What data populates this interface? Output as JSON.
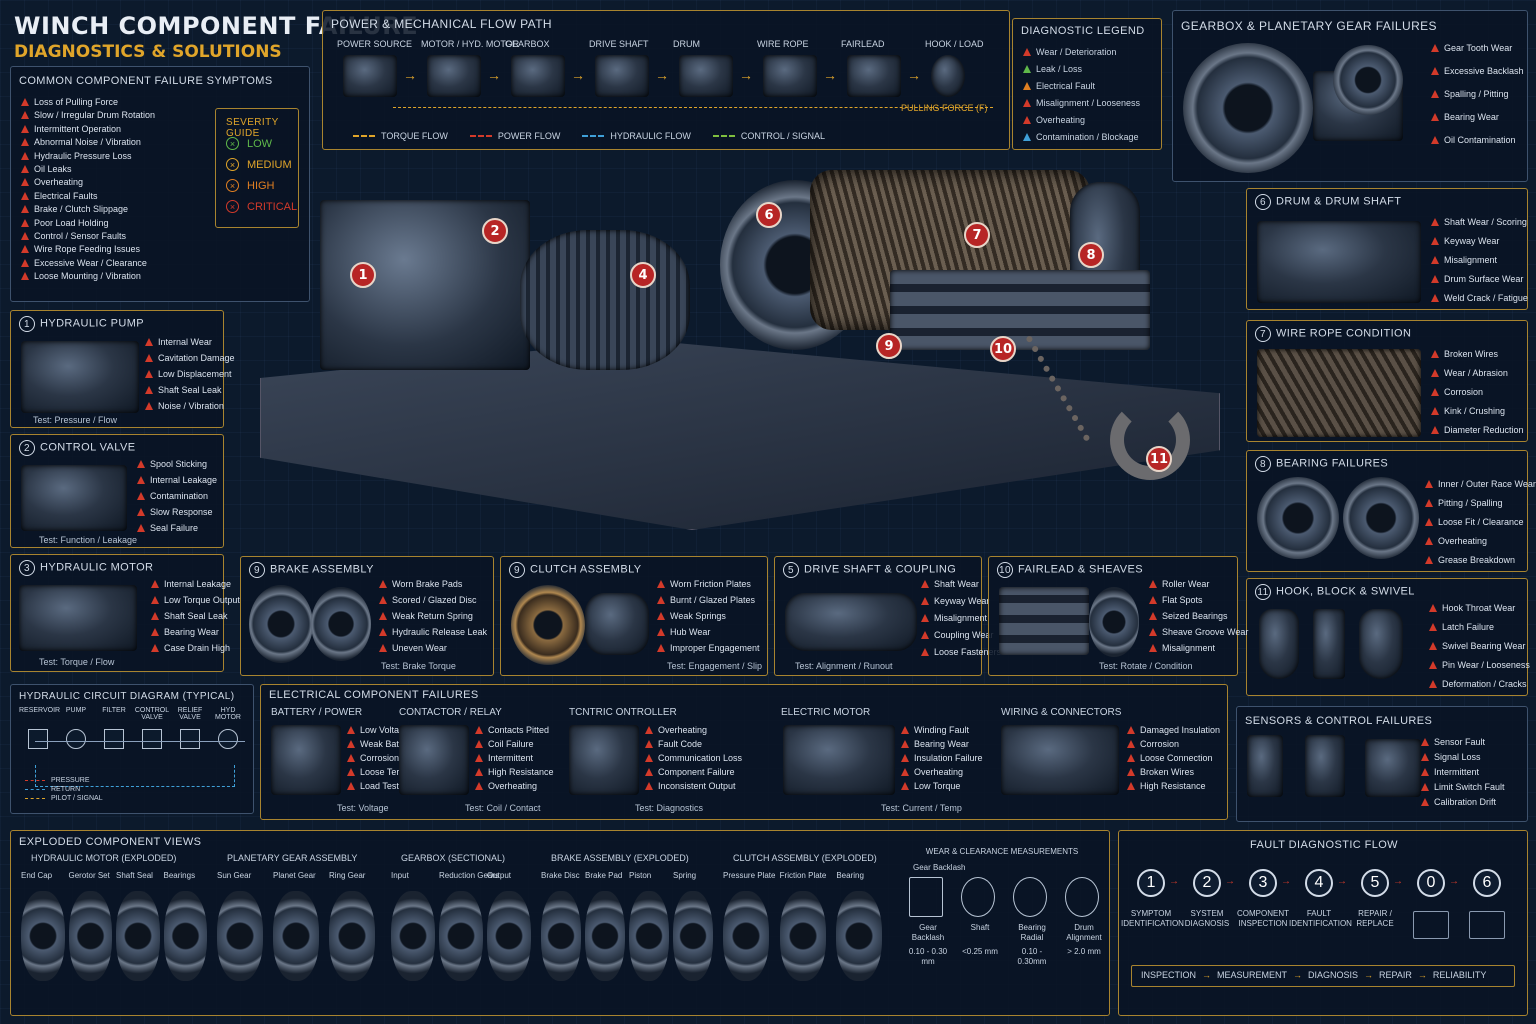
{
  "title": {
    "line1": "WINCH COMPONENT FAILURE",
    "line2": "DIAGNOSTICS & SOLUTIONS"
  },
  "symptoms": {
    "heading": "COMMON COMPONENT FAILURE SYMPTOMS",
    "items": [
      "Loss of Pulling Force",
      "Slow / Irregular Drum Rotation",
      "Intermittent Operation",
      "Abnormal Noise / Vibration",
      "Hydraulic Pressure Loss",
      "Oil Leaks",
      "Overheating",
      "Electrical Faults",
      "Brake / Clutch Slippage",
      "Poor Load Holding",
      "Control / Sensor Faults",
      "Wire Rope Feeding Issues",
      "Excessive Wear / Clearance",
      "Loose Mounting / Vibration"
    ]
  },
  "severity": {
    "heading": "SEVERITY GUIDE",
    "levels": [
      {
        "label": "LOW",
        "color": "#5fb84a"
      },
      {
        "label": "MEDIUM",
        "color": "#e0a52a"
      },
      {
        "label": "HIGH",
        "color": "#e07f22"
      },
      {
        "label": "CRITICAL",
        "color": "#d33a2a"
      }
    ]
  },
  "flow": {
    "heading": "POWER & MECHANICAL FLOW PATH",
    "nodes": [
      "POWER SOURCE",
      "MOTOR / HYD. MOTOR",
      "GEARBOX",
      "DRIVE SHAFT",
      "DRUM",
      "WIRE ROPE",
      "FAIRLEAD",
      "HOOK / LOAD"
    ],
    "pulling": "PULLING FORCE (F)",
    "flows": [
      {
        "label": "TORQUE FLOW",
        "color": "#e0a52a"
      },
      {
        "label": "POWER FLOW",
        "color": "#d33a2a"
      },
      {
        "label": "HYDRAULIC FLOW",
        "color": "#3fa0d8"
      },
      {
        "label": "CONTROL / SIGNAL",
        "color": "#7fbf3f"
      }
    ]
  },
  "legend": {
    "heading": "DIAGNOSTIC LEGEND",
    "items": [
      {
        "label": "Wear / Deterioration",
        "color": "#d33a2a"
      },
      {
        "label": "Leak / Loss",
        "color": "#5fb84a"
      },
      {
        "label": "Electrical Fault",
        "color": "#e07f22"
      },
      {
        "label": "Misalignment / Looseness",
        "color": "#d33a2a"
      },
      {
        "label": "Overheating",
        "color": "#d33a2a"
      },
      {
        "label": "Contamination / Blockage",
        "color": "#3fa0d8"
      }
    ]
  },
  "gearbox": {
    "heading": "GEARBOX & PLANETARY GEAR FAILURES",
    "items": [
      "Gear Tooth Wear",
      "Excessive Backlash",
      "Spalling / Pitting",
      "Bearing Wear",
      "Oil Contamination"
    ]
  },
  "drum": {
    "num": "6",
    "heading": "DRUM & DRUM SHAFT",
    "items": [
      "Shaft Wear / Scoring",
      "Keyway Wear",
      "Misalignment",
      "Drum Surface Wear",
      "Weld Crack / Fatigue"
    ]
  },
  "rope": {
    "num": "7",
    "heading": "WIRE ROPE CONDITION",
    "items": [
      "Broken Wires",
      "Wear / Abrasion",
      "Corrosion",
      "Kink / Crushing",
      "Diameter Reduction"
    ]
  },
  "bearing": {
    "num": "8",
    "heading": "BEARING FAILURES",
    "items": [
      "Inner / Outer Race Wear",
      "Pitting / Spalling",
      "Loose Fit / Clearance",
      "Overheating",
      "Grease Breakdown"
    ]
  },
  "hook": {
    "num": "11",
    "heading": "HOOK, BLOCK & SWIVEL",
    "items": [
      "Hook Throat Wear",
      "Latch Failure",
      "Swivel Bearing Wear",
      "Pin Wear / Looseness",
      "Deformation / Cracks"
    ]
  },
  "sensors": {
    "heading": "SENSORS & CONTROL FAILURES",
    "items": [
      "Sensor Fault",
      "Signal Loss",
      "Intermittent",
      "Limit Switch Fault",
      "Calibration Drift"
    ]
  },
  "pump": {
    "num": "1",
    "heading": "HYDRAULIC PUMP",
    "items": [
      "Internal Wear",
      "Cavitation Damage",
      "Low Displacement",
      "Shaft Seal Leak",
      "Noise / Vibration"
    ],
    "test": "Test: Pressure / Flow"
  },
  "valve": {
    "num": "2",
    "heading": "CONTROL VALVE",
    "items": [
      "Spool Sticking",
      "Internal Leakage",
      "Contamination",
      "Slow Response",
      "Seal Failure"
    ],
    "test": "Test: Function / Leakage"
  },
  "hmotor": {
    "num": "3",
    "heading": "HYDRAULIC MOTOR",
    "items": [
      "Internal Leakage",
      "Low Torque Output",
      "Shaft Seal Leak",
      "Bearing Wear",
      "Case Drain High"
    ],
    "test": "Test: Torque / Flow"
  },
  "brake": {
    "num": "9",
    "heading": "BRAKE ASSEMBLY",
    "items": [
      "Worn Brake Pads",
      "Scored / Glazed Disc",
      "Weak Return Spring",
      "Hydraulic Release Leak",
      "Uneven Wear"
    ],
    "test": "Test: Brake Torque"
  },
  "clutch": {
    "num": "9",
    "heading": "CLUTCH ASSEMBLY",
    "items": [
      "Worn Friction Plates",
      "Burnt / Glazed Plates",
      "Weak Springs",
      "Hub Wear",
      "Improper Engagement"
    ],
    "test": "Test: Engagement / Slip"
  },
  "shaft": {
    "num": "5",
    "heading": "DRIVE SHAFT & COUPLING",
    "items": [
      "Shaft Wear",
      "Keyway Wear",
      "Misalignment",
      "Coupling Wear",
      "Loose Fasteners"
    ],
    "test": "Test: Alignment / Runout"
  },
  "fairlead": {
    "num": "10",
    "heading": "FAIRLEAD & SHEAVES",
    "items": [
      "Roller Wear",
      "Flat Spots",
      "Seized Bearings",
      "Sheave Groove Wear",
      "Misalignment"
    ],
    "test": "Test: Rotate / Condition"
  },
  "hydcircuit": {
    "heading": "HYDRAULIC CIRCUIT DIAGRAM (TYPICAL)",
    "parts": [
      "RESERVOIR",
      "PUMP",
      "FILTER",
      "CONTROL VALVE",
      "RELIEF VALVE",
      "HYD MOTOR"
    ],
    "lines": [
      {
        "label": "PRESSURE",
        "color": "#d33a2a"
      },
      {
        "label": "RETURN",
        "color": "#3fa0d8"
      },
      {
        "label": "PILOT / SIGNAL",
        "color": "#e0a52a"
      }
    ]
  },
  "electrical": {
    "heading": "ELECTRICAL COMPONENT FAILURES",
    "groups": [
      {
        "title": "BATTERY / POWER",
        "items": [
          "Low Voltage",
          "Weak Battery",
          "Corrosion",
          "Loose Terminal",
          "Load Test Fail"
        ],
        "test": "Test: Voltage"
      },
      {
        "title": "CONTACTOR / RELAY",
        "items": [
          "Contacts Pitted",
          "Coil Failure",
          "Intermittent",
          "High Resistance",
          "Overheating"
        ],
        "test": "Test: Coil / Contact"
      },
      {
        "title": "TCNTRIC ONTROLLER",
        "items": [
          "Overheating",
          "Fault Code",
          "Communication Loss",
          "Component Failure",
          "Inconsistent Output"
        ],
        "test": "Test: Diagnostics"
      },
      {
        "title": "ELECTRIC MOTOR",
        "items": [
          "Winding Fault",
          "Bearing Wear",
          "Insulation Failure",
          "Overheating",
          "Low Torque"
        ],
        "test": "Test: Current / Temp"
      },
      {
        "title": "WIRING & CONNECTORS",
        "items": [
          "Damaged Insulation",
          "Corrosion",
          "Loose Connection",
          "Broken Wires",
          "High Resistance"
        ],
        "test": ""
      }
    ]
  },
  "exploded": {
    "heading": "EXPLODED COMPONENT VIEWS",
    "views": [
      {
        "title": "HYDRAULIC MOTOR (EXPLODED)",
        "parts": [
          "End Cap",
          "Gerotor Set",
          "Shaft Seal",
          "Bearings"
        ]
      },
      {
        "title": "PLANETARY GEAR ASSEMBLY",
        "parts": [
          "Sun Gear",
          "Planet Gear",
          "Ring Gear"
        ]
      },
      {
        "title": "GEARBOX (SECTIONAL)",
        "parts": [
          "Input",
          "Reduction Gears",
          "Output"
        ]
      },
      {
        "title": "BRAKE ASSEMBLY (EXPLODED)",
        "parts": [
          "Brake Disc",
          "Brake Pad",
          "Piston",
          "Spring"
        ]
      },
      {
        "title": "CLUTCH ASSEMBLY (EXPLODED)",
        "parts": [
          "Pressure Plate",
          "Friction Plate",
          "Bearing"
        ]
      }
    ],
    "measure": {
      "title": "WEAR & CLEARANCE MEASUREMENTS",
      "top": "Gear Backlash",
      "items": [
        {
          "name": "Gear Backlash",
          "value": "0.10 - 0.30 mm"
        },
        {
          "name": "Shaft",
          "value": "<0.25 mm"
        },
        {
          "name": "Bearing Radial",
          "value": "0.10 - 0.30mm"
        },
        {
          "name": "Drum Alignment",
          "value": "> 2.0 mm"
        }
      ]
    }
  },
  "diag": {
    "heading": "FAULT DIAGNOSTIC FLOW",
    "steps": [
      {
        "n": "1",
        "label": "SYMPTOM IDENTIFICATION"
      },
      {
        "n": "2",
        "label": "SYSTEM DIAGNOSIS"
      },
      {
        "n": "3",
        "label": "COMPONENT INSPECTION"
      },
      {
        "n": "4",
        "label": "FAULT IDENTIFICATION"
      },
      {
        "n": "5",
        "label": "REPAIR / REPLACE"
      },
      {
        "n": "0",
        "label": ""
      },
      {
        "n": "6",
        "label": ""
      }
    ],
    "chain": [
      "INSPECTION",
      "MEASUREMENT",
      "DIAGNOSIS",
      "REPAIR",
      "RELIABILITY"
    ]
  },
  "callouts": [
    "1",
    "2",
    "4",
    "6",
    "7",
    "8",
    "9",
    "10",
    "11"
  ]
}
